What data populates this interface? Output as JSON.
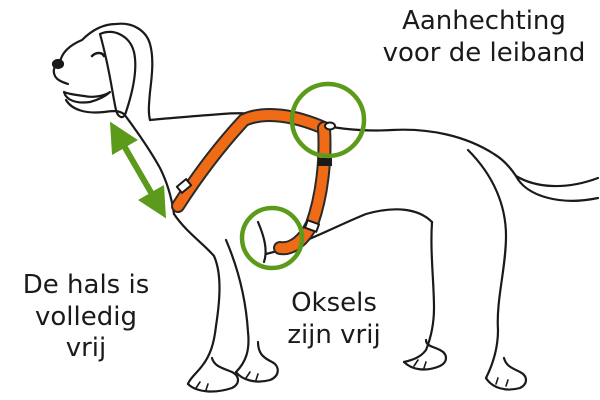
{
  "labels": {
    "leash_attachment": [
      "Aanhechting",
      "voor de leiband"
    ],
    "neck_free": [
      "De hals is",
      "volledig",
      "vrij"
    ],
    "armpits_free": [
      "Oksels",
      "zijn vrij"
    ]
  },
  "colors": {
    "harness": "#ef6b16",
    "harness_outline": "#2a2a2a",
    "highlight": "#5c9a1c",
    "dog_outline": "#1a1a1a",
    "background": "#ffffff"
  }
}
